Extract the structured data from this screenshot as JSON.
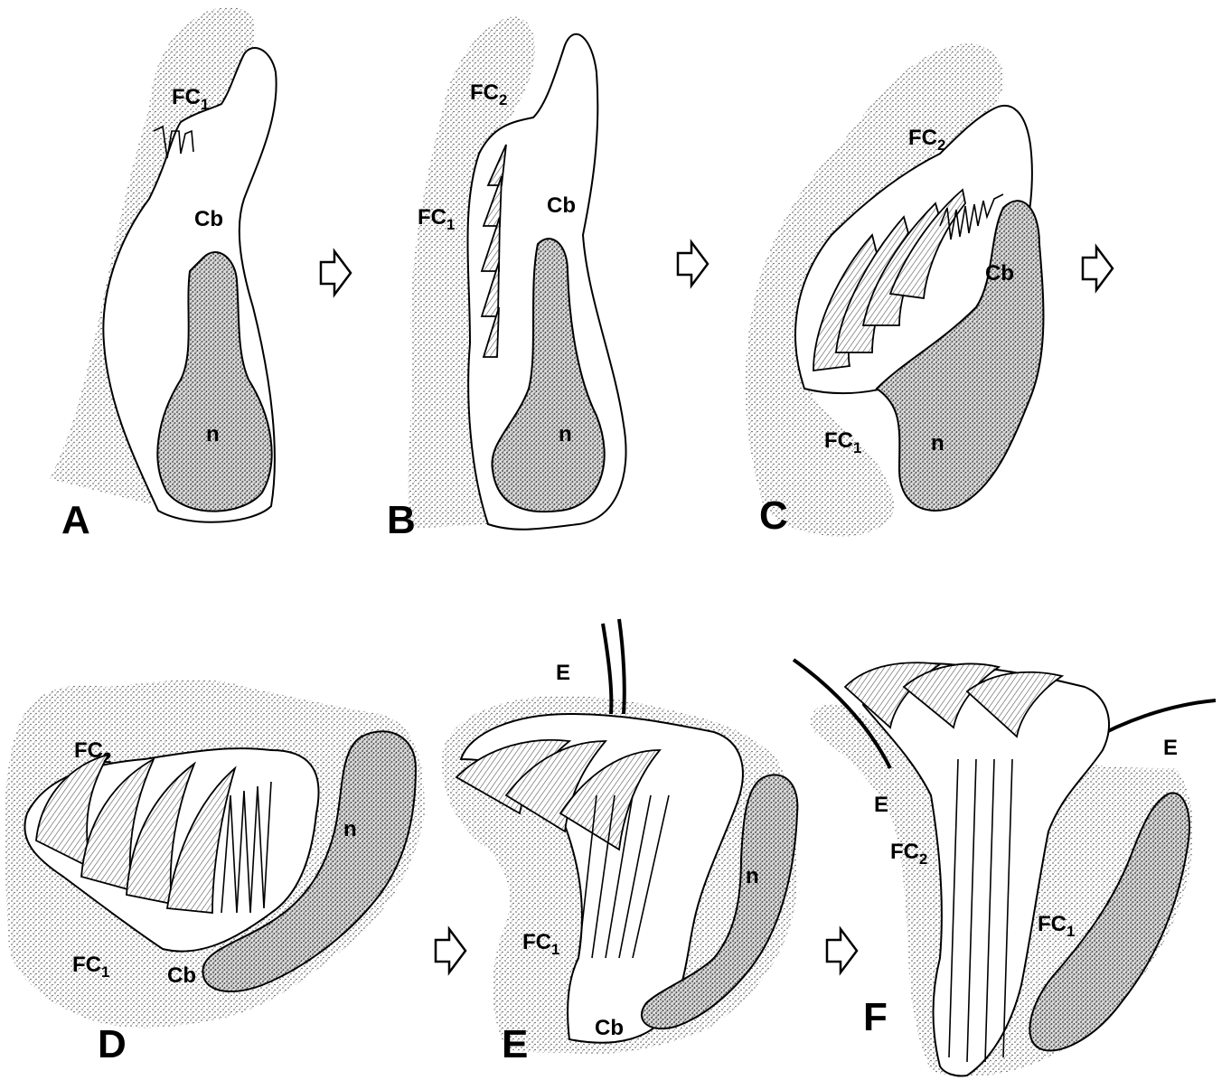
{
  "panels": {
    "A": {
      "letter": "A",
      "labels": {
        "fc1": "FC",
        "fc1_sub": "1",
        "cb": "Cb",
        "n": "n"
      }
    },
    "B": {
      "letter": "B",
      "labels": {
        "fc2": "FC",
        "fc2_sub": "2",
        "fc1": "FC",
        "fc1_sub": "1",
        "cb": "Cb",
        "n": "n"
      }
    },
    "C": {
      "letter": "C",
      "labels": {
        "fc2": "FC",
        "fc2_sub": "2",
        "cb": "Cb",
        "fc1": "FC",
        "fc1_sub": "1",
        "n": "n"
      }
    },
    "D": {
      "letter": "D",
      "labels": {
        "fc2": "FC",
        "fc2_sub": "2",
        "fc1": "FC",
        "fc1_sub": "1",
        "cb": "Cb",
        "n": "n"
      }
    },
    "E": {
      "letter": "E",
      "labels": {
        "e": "E",
        "fc1": "FC",
        "fc1_sub": "1",
        "cb": "Cb",
        "n": "n"
      }
    },
    "F": {
      "letter": "F",
      "labels": {
        "e1": "E",
        "e2": "E",
        "fc2": "FC",
        "fc2_sub": "2",
        "fc1": "FC",
        "fc1_sub": "1"
      }
    }
  },
  "arrows": [
    "right-arrow",
    "right-arrow",
    "right-arrow",
    "right-arrow",
    "right-arrow"
  ]
}
